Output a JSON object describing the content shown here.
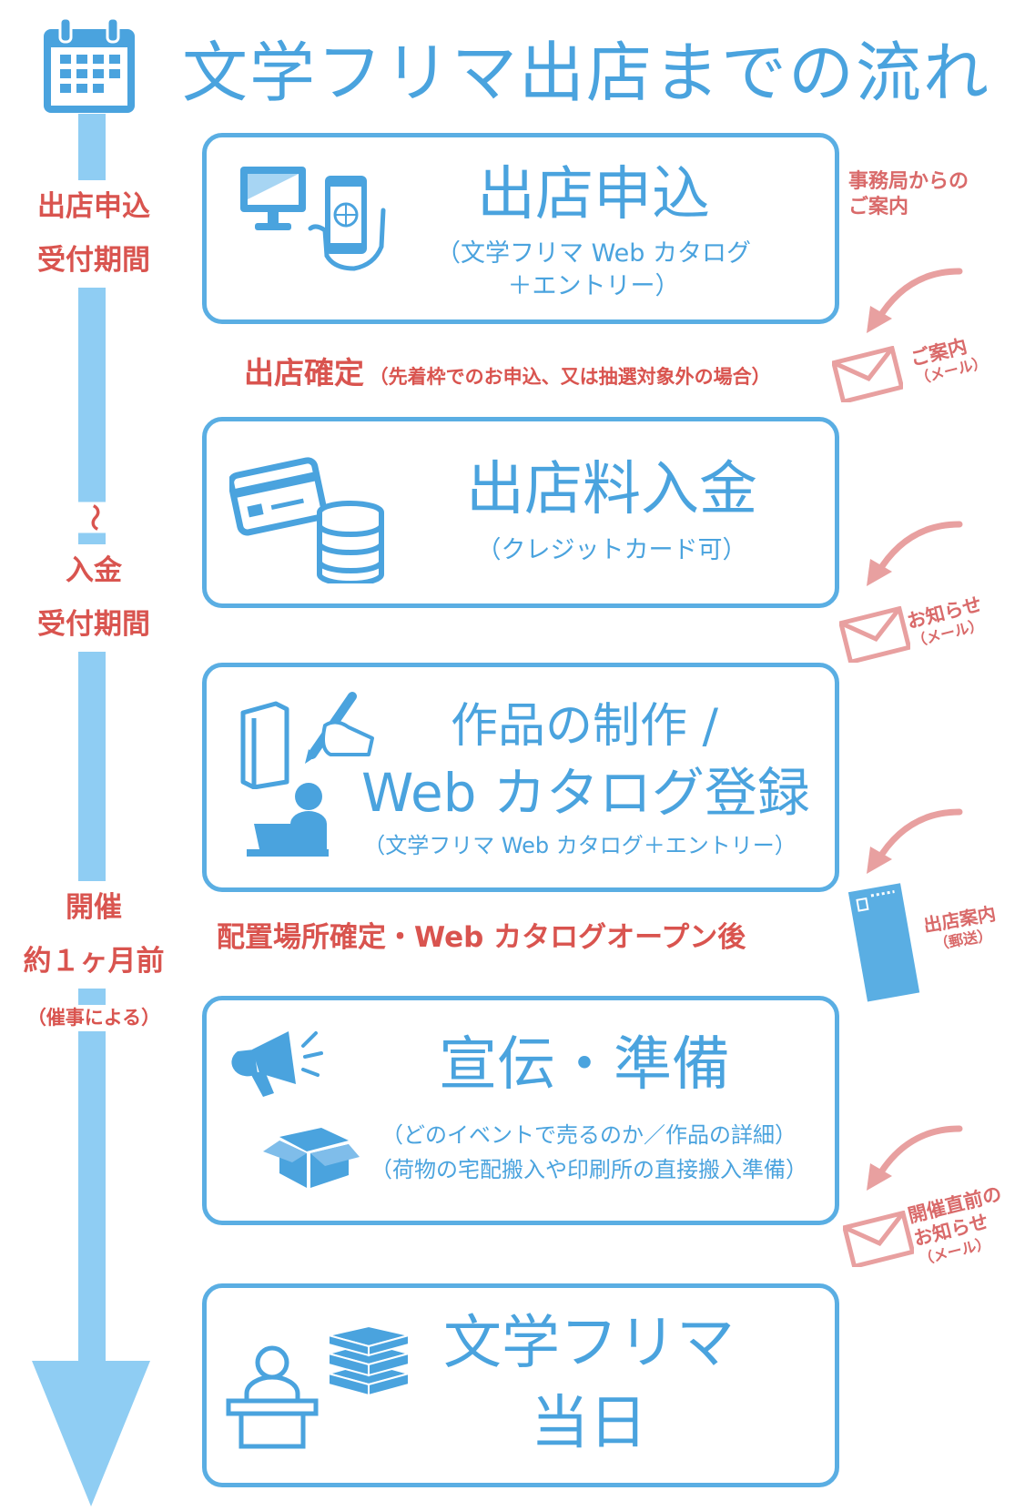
{
  "title": "文学フリマ出店までの流れ",
  "timeline": {
    "period1_line1": "出店申込",
    "period1_line2": "受付期間",
    "wave": "〜",
    "period2_line1": "入金",
    "period2_line2": "受付期間",
    "event_line1": "開催",
    "event_line2": "約１ヶ月前",
    "event_line3": "（催事による）"
  },
  "steps": [
    {
      "title": "出店申込",
      "sub1": "（文学フリマ Web カタログ",
      "sub2": "＋エントリー）"
    },
    {
      "title": "出店料入金",
      "sub1": "（クレジットカード可）"
    },
    {
      "title1": "作品の制作 /",
      "title2": "Web カタログ登録",
      "sub1": "（文学フリマ Web カタログ＋エントリー）"
    },
    {
      "title": "宣伝・準備",
      "sub1": "（どのイベントで売るのか／作品の詳細）",
      "sub2": "（荷物の宅配搬入や印刷所の直接搬入準備）"
    },
    {
      "title1": "文学フリマ",
      "title2": "当日"
    }
  ],
  "milestones": {
    "m1_main": "出店確定",
    "m1_note": "（先着枠でのお申込、又は抽選対象外の場合）",
    "m2": "配置場所確定・Web カタログオープン後"
  },
  "notices": {
    "n0_line1": "事務局からの",
    "n0_line2": "ご案内",
    "n1_line1": "ご案内",
    "n1_line2": "（メール）",
    "n2_line1": "お知らせ",
    "n2_line2": "（メール）",
    "n3_line1": "出店案内",
    "n3_line2": "（郵送）",
    "n4_line1": "開催直前の",
    "n4_line2": "お知らせ",
    "n4_line3": "（メール）"
  },
  "colors": {
    "accent_blue": "#4aa3de",
    "timeline_blue": "#8fcdf3",
    "label_red": "#d9544f",
    "notice_pink": "#e8a0a0"
  },
  "icons": [
    "calendar-icon",
    "monitor-icon",
    "smartphone-icon",
    "credit-card-icon",
    "coin-stack-icon",
    "book-icon",
    "pen-hand-icon",
    "person-laptop-icon",
    "megaphone-icon",
    "box-icon",
    "speaker-podium-icon",
    "book-stack-icon",
    "envelope-icon",
    "postal-envelope-icon",
    "curved-arrow-icon"
  ]
}
